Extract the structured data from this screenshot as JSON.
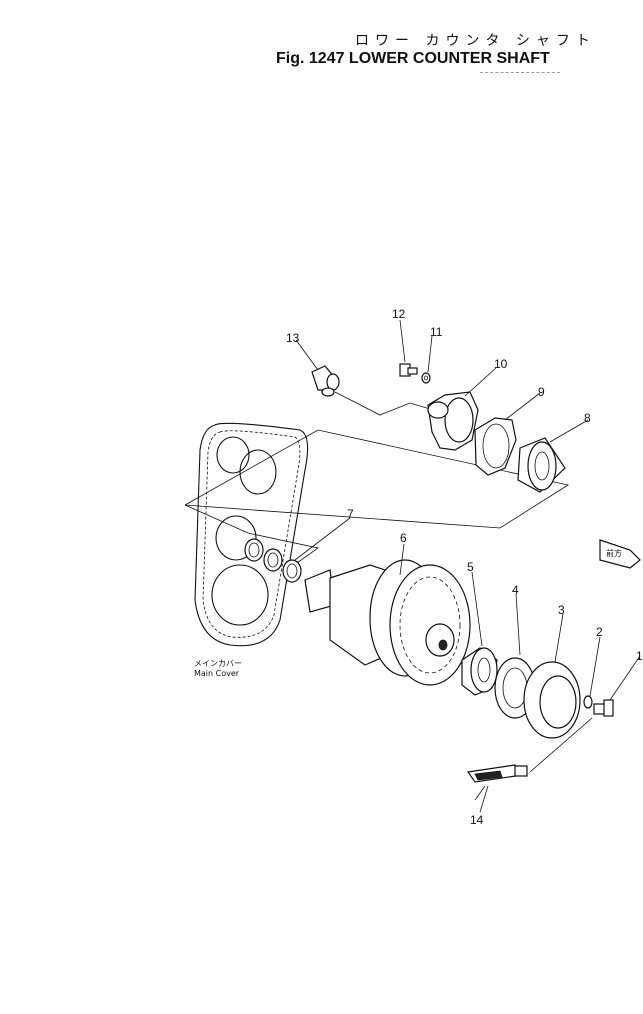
{
  "title": {
    "japanese": "ロワー カウンタ シャフト",
    "english": "Fig. 1247 LOWER COUNTER SHAFT"
  },
  "main_cover_label": {
    "japanese": "メインカバー",
    "english": "Main Cover"
  },
  "callouts": {
    "c1": "1",
    "c2": "2",
    "c3": "3",
    "c4": "4",
    "c5": "5",
    "c6": "6",
    "c7": "7",
    "c8": "8",
    "c9": "9",
    "c10": "10",
    "c11": "11",
    "c12": "12",
    "c13": "13",
    "c14": "14"
  },
  "arrow_tag": "前方",
  "colors": {
    "ink": "#111111",
    "paper": "#ffffff"
  }
}
